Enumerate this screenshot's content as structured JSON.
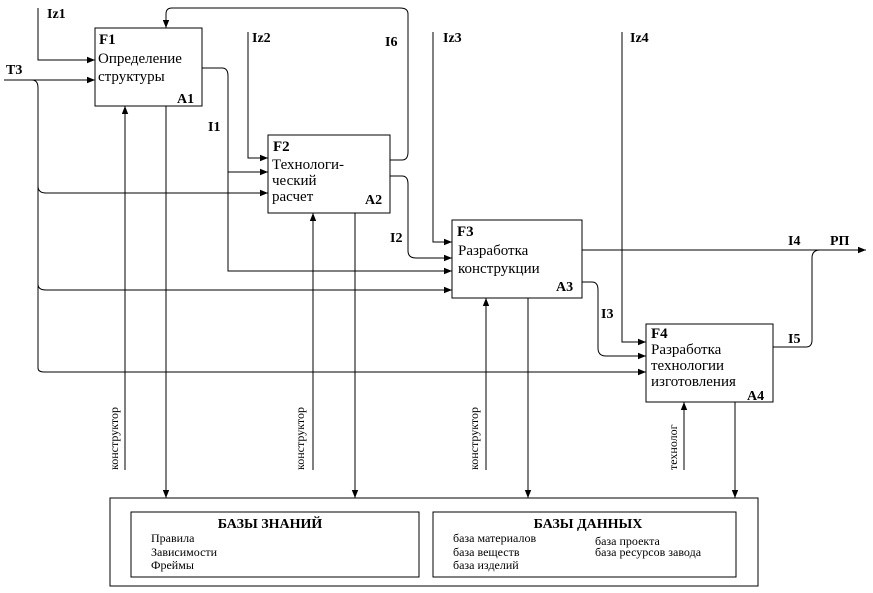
{
  "functions": [
    {
      "id": "F1",
      "name_lines": [
        "Определение",
        "структуры"
      ],
      "code": "A1"
    },
    {
      "id": "F2",
      "name_lines": [
        "Технологи-",
        "ческий",
        "расчет"
      ],
      "code": "A2"
    },
    {
      "id": "F3",
      "name_lines": [
        "Разработка",
        "конструкции"
      ],
      "code": "A3"
    },
    {
      "id": "F4",
      "name_lines": [
        "Разработка",
        "технологии",
        "изготовления"
      ],
      "code": "A4"
    }
  ],
  "inputs": {
    "iz1": "Iz1",
    "iz2": "Iz2",
    "iz3": "Iz3",
    "iz4": "Iz4",
    "t3": "T3"
  },
  "flows": {
    "i1": "I1",
    "i2": "I2",
    "i3": "I3",
    "i4": "I4",
    "i5": "I5",
    "i6": "I6",
    "output": "PП"
  },
  "mechanisms": {
    "m1": "конструктор",
    "m2": "конструктор",
    "m3": "конструктор",
    "m4": "технолог"
  },
  "knowledge_bases": {
    "title": "БАЗЫ ЗНАНИЙ",
    "items": [
      "Правила",
      "Зависимости",
      "Фреймы"
    ]
  },
  "databases": {
    "title": "БАЗЫ ДАННЫХ",
    "items": [
      "база материалов",
      "база веществ",
      "база изделий",
      "база проекта",
      "база ресурсов завода"
    ]
  }
}
